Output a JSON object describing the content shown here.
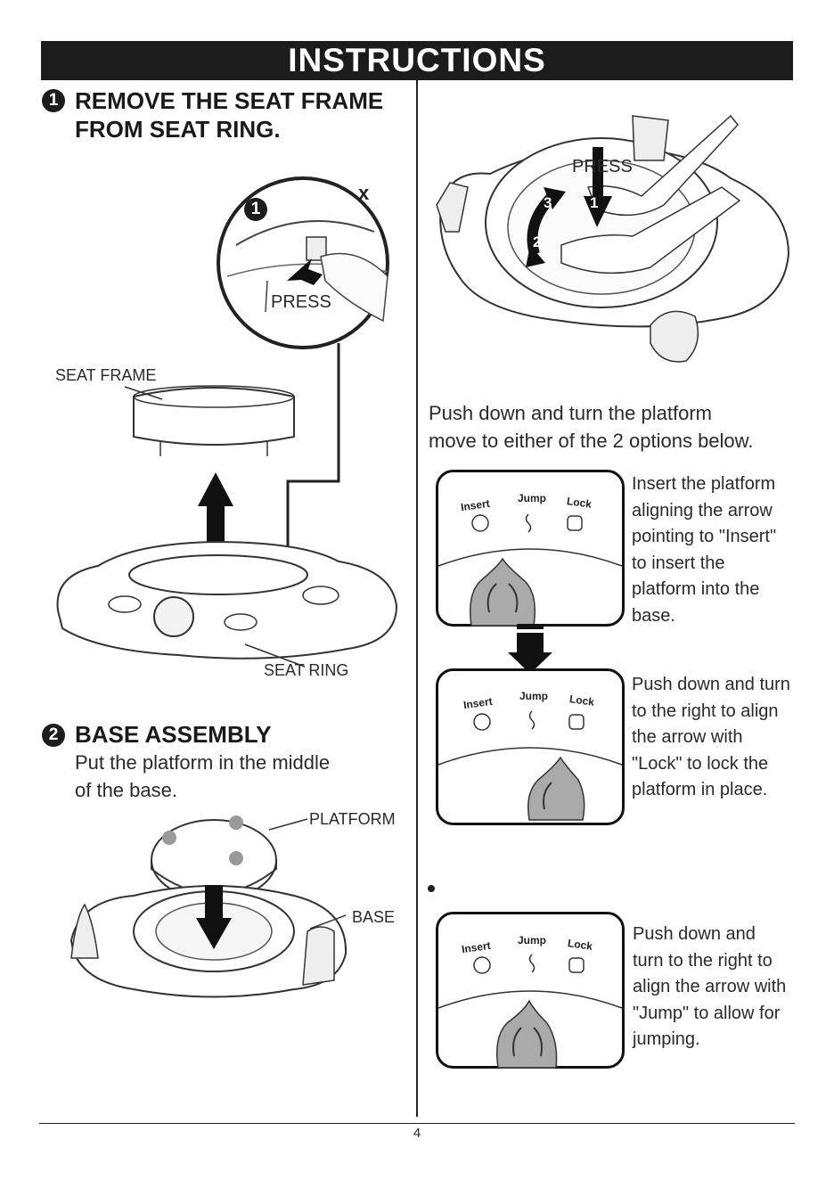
{
  "header": {
    "title": "INSTRUCTIONS"
  },
  "step1": {
    "number": "1",
    "title_line1": "REMOVE THE SEAT FRAME",
    "title_line2": "FROM SEAT RING.",
    "detail_number": "1",
    "detail_mark": "x",
    "press_label": "PRESS",
    "seat_frame_label": "SEAT FRAME",
    "seat_ring_label": "SEAT RING"
  },
  "step2": {
    "number": "2",
    "title": "BASE ASSEMBLY",
    "line1": "Put the platform in the middle",
    "line2": "of the base.",
    "platform_label": "PLATFORM",
    "base_label": "BASE"
  },
  "right": {
    "press_label": "PRESS",
    "arrow_labels": [
      "1",
      "2",
      "3"
    ],
    "intro_line1": "Push down and turn the platform",
    "intro_line2": "move to either of the 2 options below.",
    "dial_labels": {
      "insert": "Insert",
      "jump": "Jump",
      "lock": "Lock"
    },
    "panels": [
      {
        "lines": [
          "Insert the platform",
          "aligning the arrow",
          "pointing to \"Insert\"",
          "to insert the",
          "platform into the",
          "base."
        ]
      },
      {
        "lines": [
          "Push down and turn",
          "to the right to align",
          "the arrow with",
          "\"Lock\" to lock the",
          "platform in place."
        ]
      },
      {
        "lines": [
          "Push down and",
          "turn to the right to",
          "align the arrow with",
          "\"Jump\" to allow for",
          "jumping."
        ]
      }
    ]
  },
  "footer": {
    "page_number": "4"
  }
}
